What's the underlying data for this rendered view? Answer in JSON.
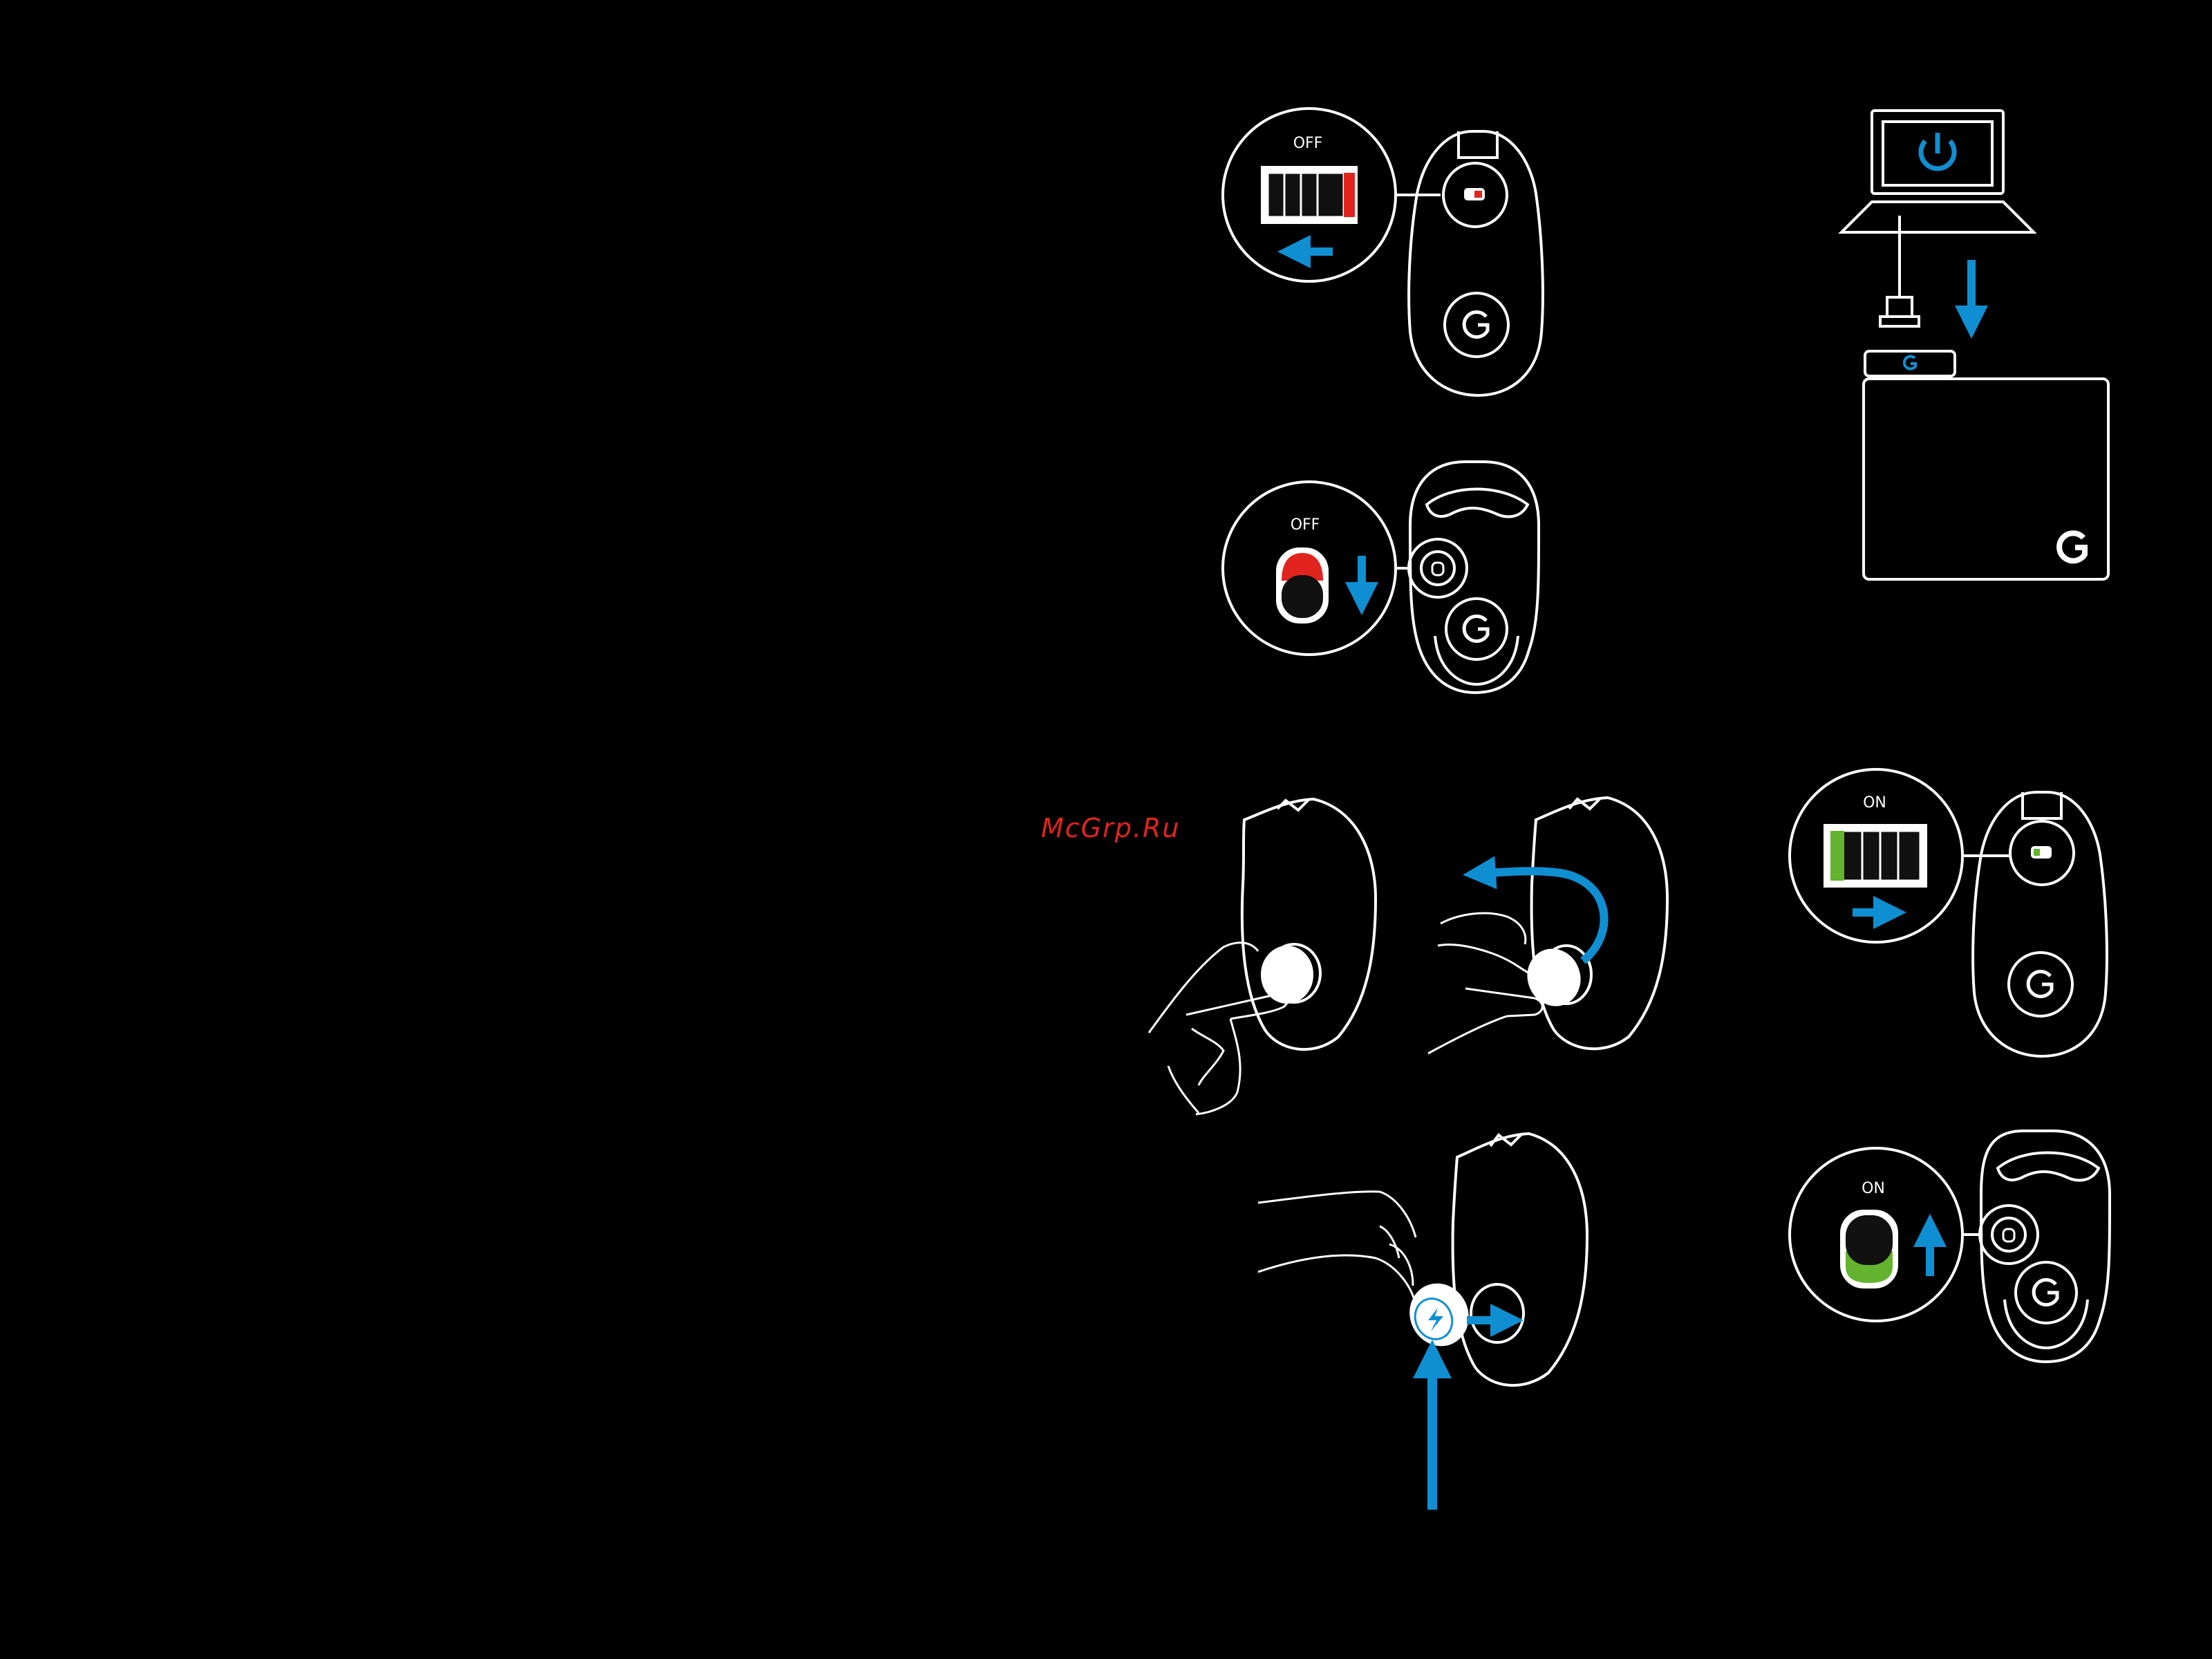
{
  "colors": {
    "accent": "#0f8fd2",
    "off_red": "#e2241f",
    "on_green": "#63b32e",
    "line": "#ffffff",
    "background": "#000000"
  },
  "watermark": "McGrp.Ru",
  "steps": {
    "switch_off_top": {
      "label": "OFF"
    },
    "switch_off_bottom": {
      "label": "OFF"
    },
    "switch_on_top": {
      "label": "ON"
    },
    "switch_on_bottom": {
      "label": "ON"
    }
  },
  "icons": [
    "power-icon",
    "g-logo-icon",
    "lightning-icon",
    "arrow-icon"
  ]
}
